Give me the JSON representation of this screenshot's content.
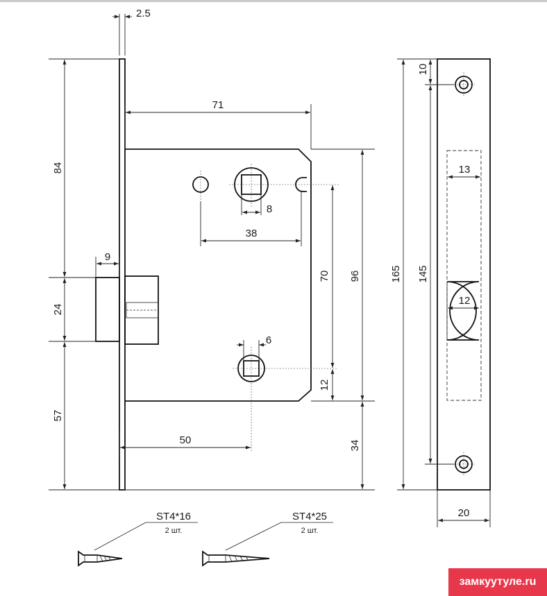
{
  "dimensions": {
    "faceplate_thickness": "2.5",
    "backset_top": "71",
    "height_above_latch": "84",
    "latch_projection": "9",
    "latch_height": "24",
    "height_below_latch": "57",
    "handle_spindle": "8",
    "spindle_to_keyhole": "38",
    "center_distance": "70",
    "case_height": "96",
    "lock_spindle": "6",
    "keyhole_to_bottom": "12",
    "backset": "50",
    "faceplate_below_case": "34",
    "faceplate_length": "165",
    "screw_hole_distance": "145",
    "screw_hole_offset": "10",
    "strike_opening_width": "13",
    "strike_latch_width": "12",
    "faceplate_width": "20"
  },
  "screws": [
    {
      "type": "ST4*16",
      "qty": "2 шт."
    },
    {
      "type": "ST4*25",
      "qty": "2 шт."
    }
  ],
  "watermark": "замкуутуле.ru"
}
